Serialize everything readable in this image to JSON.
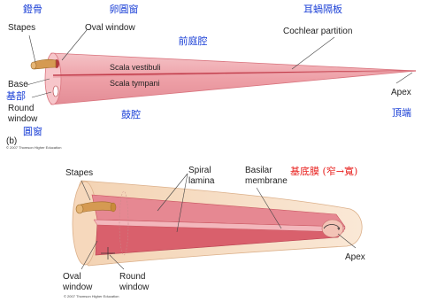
{
  "top_panel": {
    "stapes_cn": "鐙骨",
    "stapes": "Stapes",
    "oval_window_cn": "卵圓窗",
    "oval_window": "Oval window",
    "cochlear_partition_cn": "耳蝸隔板",
    "cochlear_partition": "Cochlear partition",
    "scala_vestibuli_cn": "前庭腔",
    "scala_vestibuli": "Scala vestibuli",
    "scala_tympani": "Scala tympani",
    "scala_tympani_cn": "鼓腔",
    "base": "Base",
    "base_cn": "基部",
    "round_window_line1": "Round",
    "round_window_line2": "window",
    "round_window_cn": "圓窗",
    "apex": "Apex",
    "apex_cn": "頂端",
    "panel_letter": "(b)",
    "copyright": "© 2007 Thomson Higher Education"
  },
  "bottom_panel": {
    "stapes": "Stapes",
    "spiral_lamina_line1": "Spiral",
    "spiral_lamina_line2": "lamina",
    "basilar_line1": "Basilar",
    "basilar_line2": "membrane",
    "basilar_cn": "基底膜 (窄→寬)",
    "oval_line1": "Oval",
    "oval_line2": "window",
    "round_line1": "Round",
    "round_line2": "window",
    "apex": "Apex",
    "copyright": "© 2007 Thomson Higher Education"
  },
  "colors": {
    "tube": "#f6b9bd",
    "tube_dark": "#e17c84",
    "partition": "#c8404e",
    "bony": "#f6dcc2",
    "bony_edge": "#e0b78f",
    "stapes": "#c98a3a",
    "cn_label": "#1a3fd6",
    "red_label": "#e8201e"
  }
}
